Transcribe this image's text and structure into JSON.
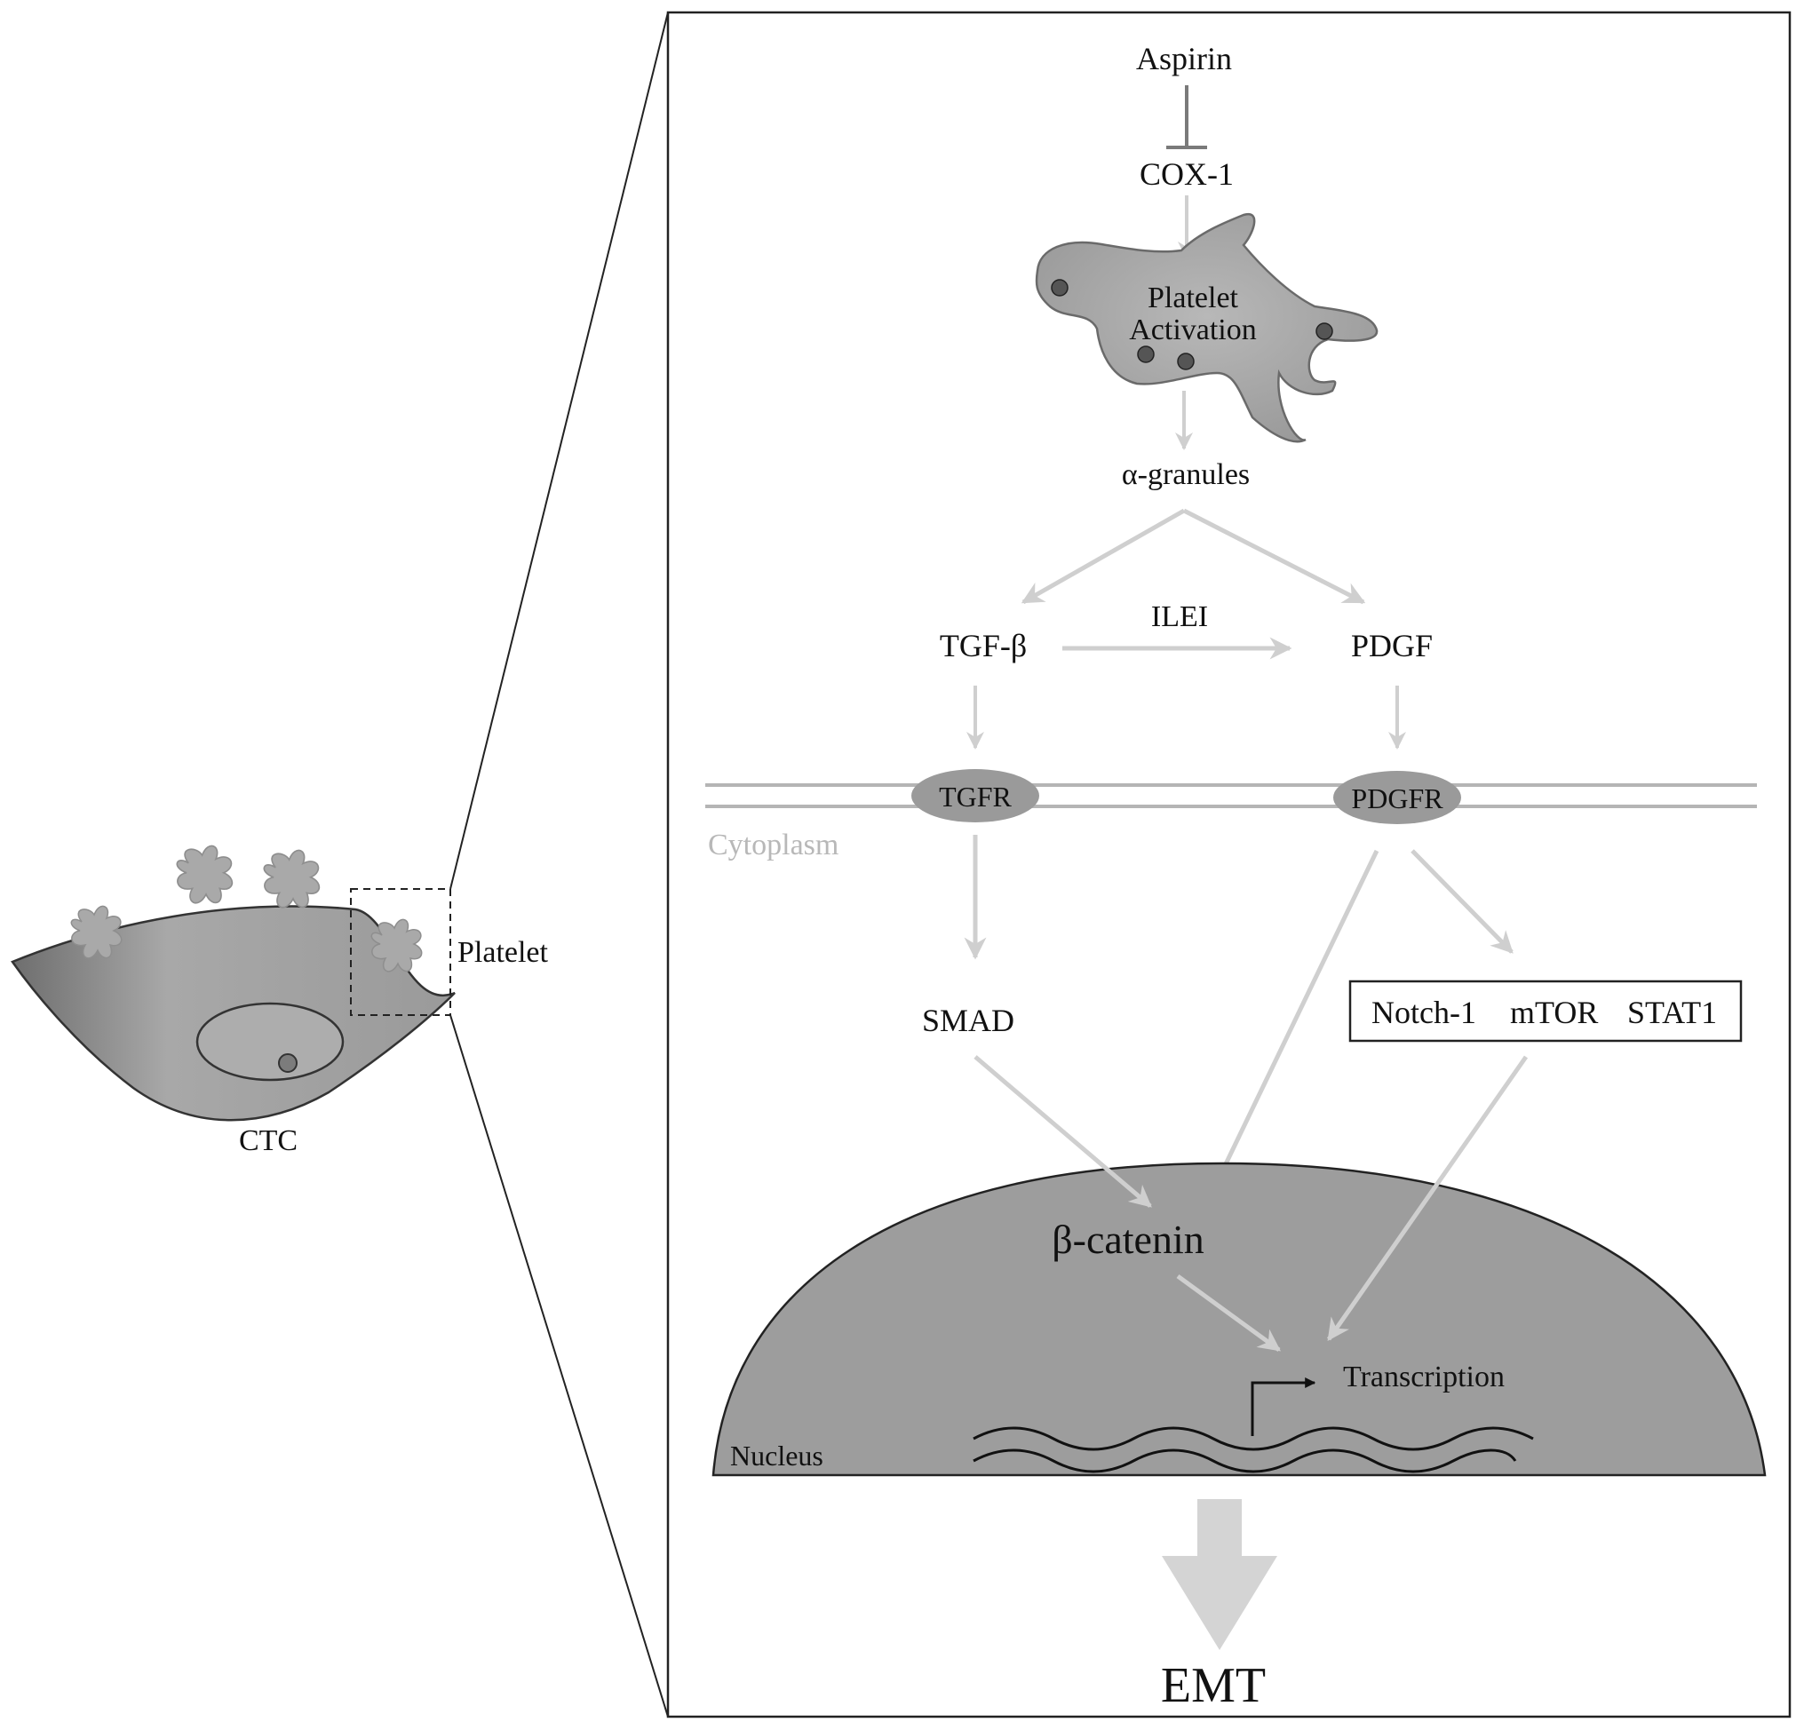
{
  "labels": {
    "aspirin": "Aspirin",
    "cox1": "COX-1",
    "platelet_activation_line1": "Platelet",
    "platelet_activation_line2": "Activation",
    "alpha_granules": "α-granules",
    "tgf_beta": "TGF-β",
    "ilei": "ILEI",
    "pdgf": "PDGF",
    "tgfr": "TGFR",
    "pdgfr": "PDGFR",
    "cytoplasm": "Cytoplasm",
    "smad": "SMAD",
    "notch1": "Notch-1",
    "mtor": "mTOR",
    "stat1": "STAT1",
    "beta_catenin": "β-catenin",
    "transcription": "Transcription",
    "nucleus": "Nucleus",
    "emt": "EMT",
    "platelet": "Platelet",
    "ctc": "CTC"
  },
  "colors": {
    "arrow_grey": "#cfcfcf",
    "receptor_fill": "#9a9a9a",
    "nucleus_fill": "#9d9d9d",
    "platelet_fill": "#a6a6a6",
    "membrane": "#b5b5b5",
    "cytoplasm_text": "#b8b8b8"
  }
}
